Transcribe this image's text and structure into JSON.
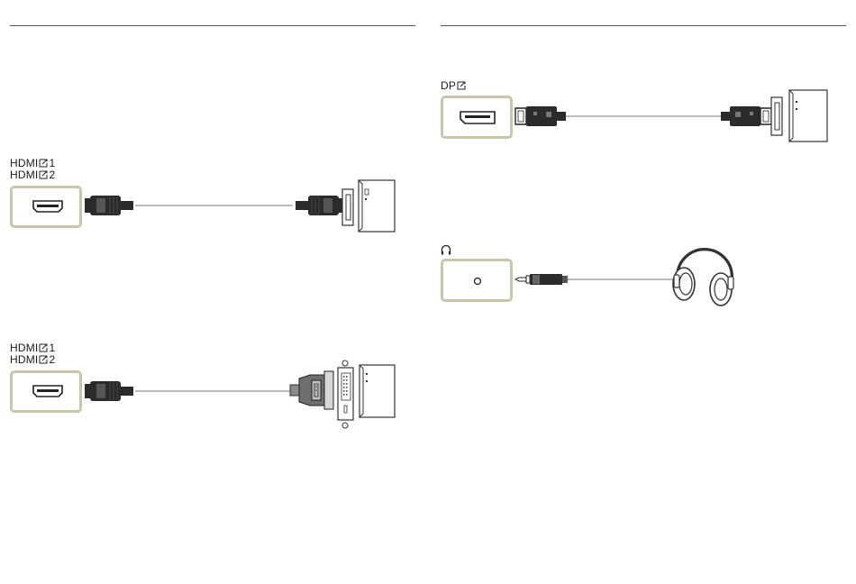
{
  "colors": {
    "rule": "#555555",
    "port_border": "#c9c4ab",
    "connector": "#2b2b2b",
    "cable": "#bdbdbd",
    "device_outline": "#333333"
  },
  "panels": {
    "hdmi_to_hdmi": {
      "labels": [
        "HDMI",
        "HDMI"
      ],
      "numbers": [
        "1",
        "2"
      ],
      "port_icon": "hdmi-port-icon",
      "device_icon": "monitor-hdmi-input-icon"
    },
    "hdmi_to_dvi": {
      "labels": [
        "HDMI",
        "HDMI"
      ],
      "numbers": [
        "1",
        "2"
      ],
      "port_icon": "hdmi-port-icon",
      "device_icon": "monitor-dvi-input-icon"
    },
    "displayport": {
      "label": "DP",
      "port_icon": "displayport-port-icon",
      "device_icon": "monitor-displayport-input-icon"
    },
    "headphone": {
      "label_icon": "headphone-icon",
      "port_icon": "audio-jack-icon",
      "device_icon": "headphones-icon"
    }
  }
}
